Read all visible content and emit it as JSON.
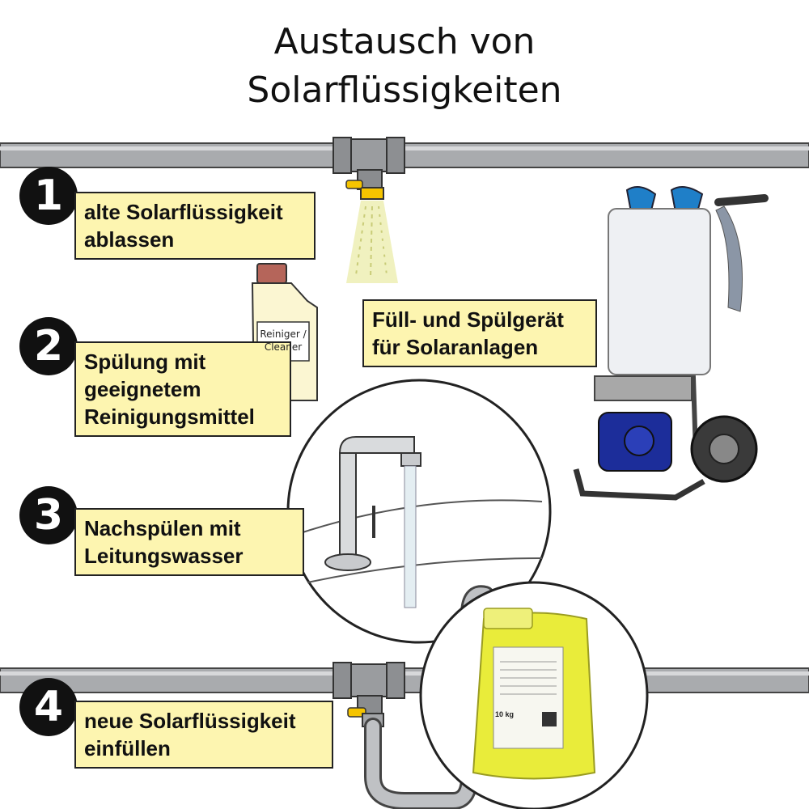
{
  "title": {
    "line1": "Austausch von",
    "line2": "Solarflüssigkeiten"
  },
  "steps": [
    {
      "number": "1",
      "lines": [
        "alte Solarflüssigkeit",
        "ablassen"
      ]
    },
    {
      "number": "2",
      "lines": [
        "Spülung mit",
        "geeignetem",
        "Reinigungsmittel"
      ]
    },
    {
      "number": "3",
      "lines": [
        "Nachspülen mit",
        "Leitungswasser"
      ]
    },
    {
      "number": "4",
      "lines": [
        "neue Solarflüssigkeit",
        "einfüllen"
      ]
    }
  ],
  "device": {
    "lines": [
      "Füll- und Spülgerät",
      "für Solaranlagen"
    ]
  },
  "bottle": {
    "line1": "Reiniger /",
    "line2": "Cleaner"
  },
  "canister": {
    "weight": "10 kg"
  },
  "colors": {
    "label_bg": "#fdf5b0",
    "pipe": "#a9abae",
    "valve_handle": "#f5c400",
    "solar_fluid": "#e9ec3a",
    "pump_blue": "#1c2d9a"
  }
}
